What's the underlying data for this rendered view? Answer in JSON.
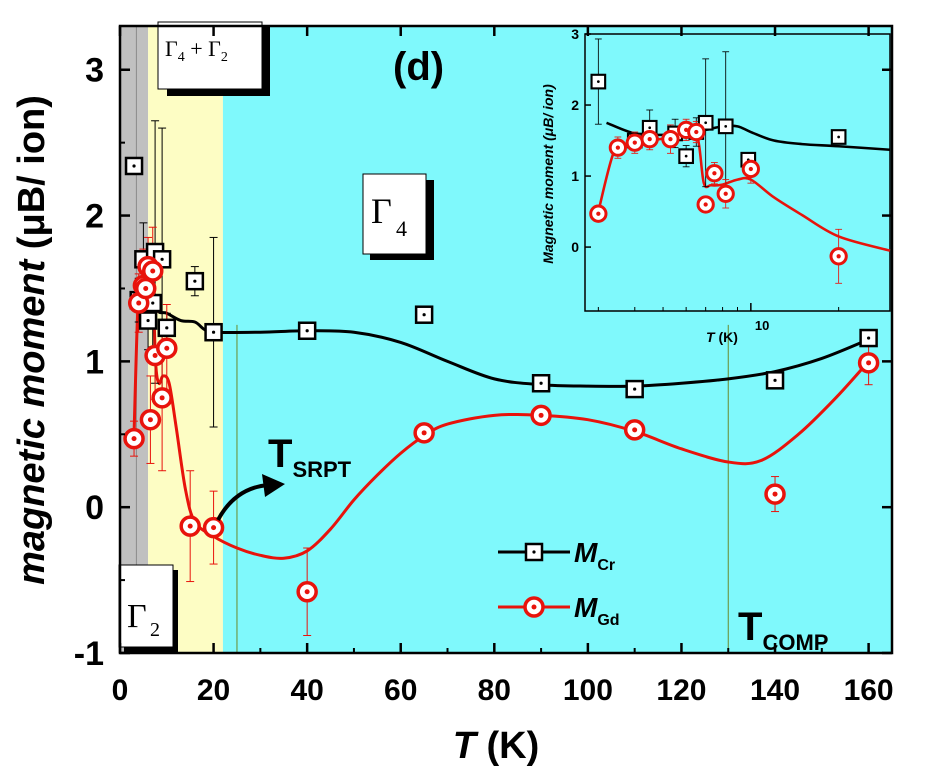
{
  "chart_data": {
    "type": "scatter",
    "panel_label": "(d)",
    "xlabel_var": "T",
    "xlabel_unit": " (K)",
    "ylabel_italic": "magnetic moment",
    "ylabel_unit": "(μB/ ion)",
    "xlim": [
      0,
      165
    ],
    "ylim": [
      -1,
      3.3
    ],
    "xticks": [
      0,
      20,
      40,
      60,
      80,
      100,
      120,
      140,
      160
    ],
    "yticks": [
      -1,
      0,
      1,
      2,
      3
    ],
    "regions": [
      {
        "label": "Γ2",
        "x_start": 0,
        "x_end": 6,
        "color": "#c0c0c0"
      },
      {
        "label": "Γ4 + Γ2",
        "x_start": 6,
        "x_end": 22,
        "color": "#fdfdc4"
      },
      {
        "label": "Γ4",
        "x_start": 22,
        "x_end": 165,
        "color": "#7ff9fc"
      }
    ],
    "region_labels": {
      "gamma2": "Γ2",
      "gamma4_gamma2": "Γ4 + Γ2",
      "gamma4": "Γ4"
    },
    "annotations": {
      "srpt": "TSRPT",
      "comp": "TCOMP"
    },
    "transition_lines_x": [
      25,
      130
    ],
    "series": [
      {
        "name": "MCr",
        "color": "#000000",
        "marker": "square",
        "points": [
          [
            3,
            2.34,
            0
          ],
          [
            4,
            1.42,
            0.15
          ],
          [
            5,
            1.7,
            0.25
          ],
          [
            6,
            1.28,
            0.2
          ],
          [
            7,
            1.4,
            0.3
          ],
          [
            7.5,
            1.75,
            0.9
          ],
          [
            9,
            1.7,
            0.9
          ],
          [
            10,
            1.23,
            0.1
          ],
          [
            16,
            1.55,
            0.1
          ],
          [
            20,
            1.2,
            0.65
          ],
          [
            40,
            1.21,
            0.05
          ],
          [
            65,
            1.32,
            0.05
          ],
          [
            90,
            0.85,
            0.04
          ],
          [
            110,
            0.81,
            0.04
          ],
          [
            140,
            0.87,
            0.04
          ],
          [
            160,
            1.16,
            0.04
          ]
        ],
        "curve": [
          [
            4,
            1.68
          ],
          [
            5,
            1.7
          ],
          [
            6,
            1.62
          ],
          [
            7,
            1.5
          ],
          [
            8,
            1.35
          ],
          [
            10,
            1.33
          ],
          [
            13,
            1.28
          ],
          [
            16,
            1.27
          ],
          [
            18,
            1.22
          ],
          [
            20,
            1.2
          ],
          [
            30,
            1.2
          ],
          [
            40,
            1.21
          ],
          [
            50,
            1.2
          ],
          [
            60,
            1.13
          ],
          [
            70,
            1.0
          ],
          [
            80,
            0.88
          ],
          [
            90,
            0.84
          ],
          [
            100,
            0.83
          ],
          [
            110,
            0.83
          ],
          [
            120,
            0.85
          ],
          [
            130,
            0.88
          ],
          [
            140,
            0.93
          ],
          [
            150,
            1.02
          ],
          [
            160,
            1.15
          ]
        ]
      },
      {
        "name": "MGd",
        "color": "#e8130c",
        "marker": "circle",
        "points": [
          [
            3,
            0.47,
            0.12
          ],
          [
            4,
            1.4,
            0.2
          ],
          [
            5,
            1.52,
            0.25
          ],
          [
            5.5,
            1.5,
            0.25
          ],
          [
            6,
            1.65,
            0.2
          ],
          [
            6.5,
            0.6,
            0.3
          ],
          [
            7,
            1.62,
            0.3
          ],
          [
            7.5,
            1.04,
            0.3
          ],
          [
            9,
            0.75,
            0.5
          ],
          [
            10,
            1.09,
            0.3
          ],
          [
            15,
            -0.13,
            0.38
          ],
          [
            20,
            -0.14,
            0.25
          ],
          [
            40,
            -0.58,
            0.3
          ],
          [
            65,
            0.51,
            0.03
          ],
          [
            90,
            0.63,
            0.03
          ],
          [
            110,
            0.53,
            0.03
          ],
          [
            140,
            0.09,
            0.12
          ],
          [
            160,
            0.99,
            0.15
          ]
        ],
        "curve": [
          [
            3,
            0.5
          ],
          [
            3.8,
            1.35
          ],
          [
            4.5,
            1.5
          ],
          [
            5.5,
            1.55
          ],
          [
            6.3,
            1.6
          ],
          [
            7,
            1.55
          ],
          [
            7.6,
            1.0
          ],
          [
            8.3,
            0.85
          ],
          [
            9.2,
            0.9
          ],
          [
            10.5,
            0.85
          ],
          [
            12,
            0.55
          ],
          [
            14,
            0.12
          ],
          [
            16,
            -0.1
          ],
          [
            20,
            -0.2
          ],
          [
            25,
            -0.28
          ],
          [
            30,
            -0.33
          ],
          [
            35,
            -0.35
          ],
          [
            40,
            -0.3
          ],
          [
            45,
            -0.15
          ],
          [
            50,
            0.05
          ],
          [
            55,
            0.22
          ],
          [
            60,
            0.37
          ],
          [
            65,
            0.49
          ],
          [
            70,
            0.57
          ],
          [
            80,
            0.63
          ],
          [
            90,
            0.63
          ],
          [
            100,
            0.6
          ],
          [
            110,
            0.52
          ],
          [
            120,
            0.4
          ],
          [
            130,
            0.31
          ],
          [
            137,
            0.32
          ],
          [
            145,
            0.5
          ],
          [
            153,
            0.75
          ],
          [
            160,
            1.0
          ]
        ]
      }
    ],
    "legend": {
      "position": "bottom-center",
      "entries": [
        {
          "main": "M",
          "sub": "Cr",
          "marker": "square",
          "color": "#000000"
        },
        {
          "main": "M",
          "sub": "Gd",
          "marker": "circle",
          "color": "#e8130c"
        }
      ]
    },
    "inset": {
      "type": "scatter",
      "x_scale": "log",
      "xlabel_var": "T",
      "xlabel_unit": " (K)",
      "ylabel": "Magnetic moment (μB/ ion)",
      "xlim": [
        2.7,
        30
      ],
      "ylim": [
        -0.9,
        3
      ],
      "xticks": [
        10
      ],
      "yticks": [
        0,
        1,
        2,
        3
      ],
      "series": [
        {
          "name": "MCr",
          "color": "#000000",
          "marker": "square",
          "points": [
            [
              3,
              2.33,
              0.6
            ],
            [
              4,
              1.5,
              0.1
            ],
            [
              4.5,
              1.68,
              0.25
            ],
            [
              5.5,
              1.6,
              0.2
            ],
            [
              6,
              1.28,
              0.15
            ],
            [
              6.5,
              1.62,
              0.2
            ],
            [
              7,
              1.75,
              0.9
            ],
            [
              8.2,
              1.7,
              1.05
            ],
            [
              9.8,
              1.23,
              0.1
            ],
            [
              20,
              1.55,
              0.07
            ]
          ],
          "curve": [
            [
              3.2,
              1.75
            ],
            [
              4,
              1.6
            ],
            [
              5,
              1.58
            ],
            [
              6,
              1.6
            ],
            [
              7,
              1.65
            ],
            [
              8,
              1.7
            ],
            [
              9,
              1.7
            ],
            [
              10,
              1.62
            ],
            [
              12,
              1.5
            ],
            [
              15,
              1.45
            ],
            [
              20,
              1.42
            ],
            [
              30,
              1.37
            ]
          ]
        },
        {
          "name": "MGd",
          "color": "#e8130c",
          "marker": "circle",
          "points": [
            [
              3,
              0.47,
              0
            ],
            [
              3.5,
              1.4,
              0.15
            ],
            [
              4,
              1.47,
              0.15
            ],
            [
              4.5,
              1.52,
              0.15
            ],
            [
              5.3,
              1.52,
              0.2
            ],
            [
              6,
              1.65,
              0.15
            ],
            [
              6.5,
              1.62,
              0.15
            ],
            [
              7,
              0.6,
              0
            ],
            [
              7.5,
              1.04,
              0.15
            ],
            [
              8.2,
              0.75,
              0.2
            ],
            [
              10,
              1.1,
              0.2
            ],
            [
              20,
              -0.13,
              0.38
            ]
          ],
          "curve": [
            [
              3,
              0.5
            ],
            [
              3.4,
              1.35
            ],
            [
              3.8,
              1.45
            ],
            [
              4.5,
              1.5
            ],
            [
              5.5,
              1.55
            ],
            [
              6.2,
              1.6
            ],
            [
              6.6,
              1.5
            ],
            [
              6.9,
              0.9
            ],
            [
              7.3,
              0.87
            ],
            [
              8,
              0.88
            ],
            [
              9,
              0.95
            ],
            [
              10,
              0.95
            ],
            [
              12,
              0.7
            ],
            [
              15,
              0.45
            ],
            [
              20,
              0.15
            ],
            [
              30,
              -0.05
            ]
          ]
        }
      ]
    }
  }
}
